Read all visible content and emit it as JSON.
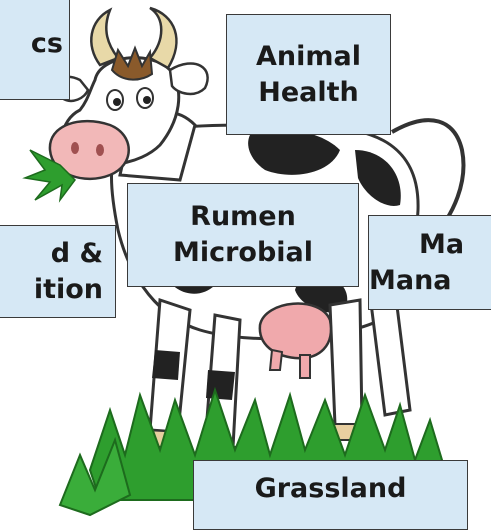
{
  "labels": {
    "genetics": [
      "cs"
    ],
    "animal_health": [
      "Animal",
      "Health"
    ],
    "rumen_microbial": [
      "Rumen",
      "Microbial"
    ],
    "feed_nutrition": [
      "d &",
      "ition"
    ],
    "management": [
      "Ma",
      "Mana"
    ],
    "grassland": [
      "Grassland"
    ]
  },
  "colors": {
    "box_fill": "#d6e8f5",
    "box_border": "#3a3a3a",
    "cow_spots": "#222222",
    "grass": "#2e9e2e",
    "horns": "#e8d9a8",
    "muzzle": "#f2b8b8",
    "udder": "#f0a9ac",
    "hair": "#8a5a2b"
  },
  "icons": [
    "cartoon-cow-illustration"
  ]
}
